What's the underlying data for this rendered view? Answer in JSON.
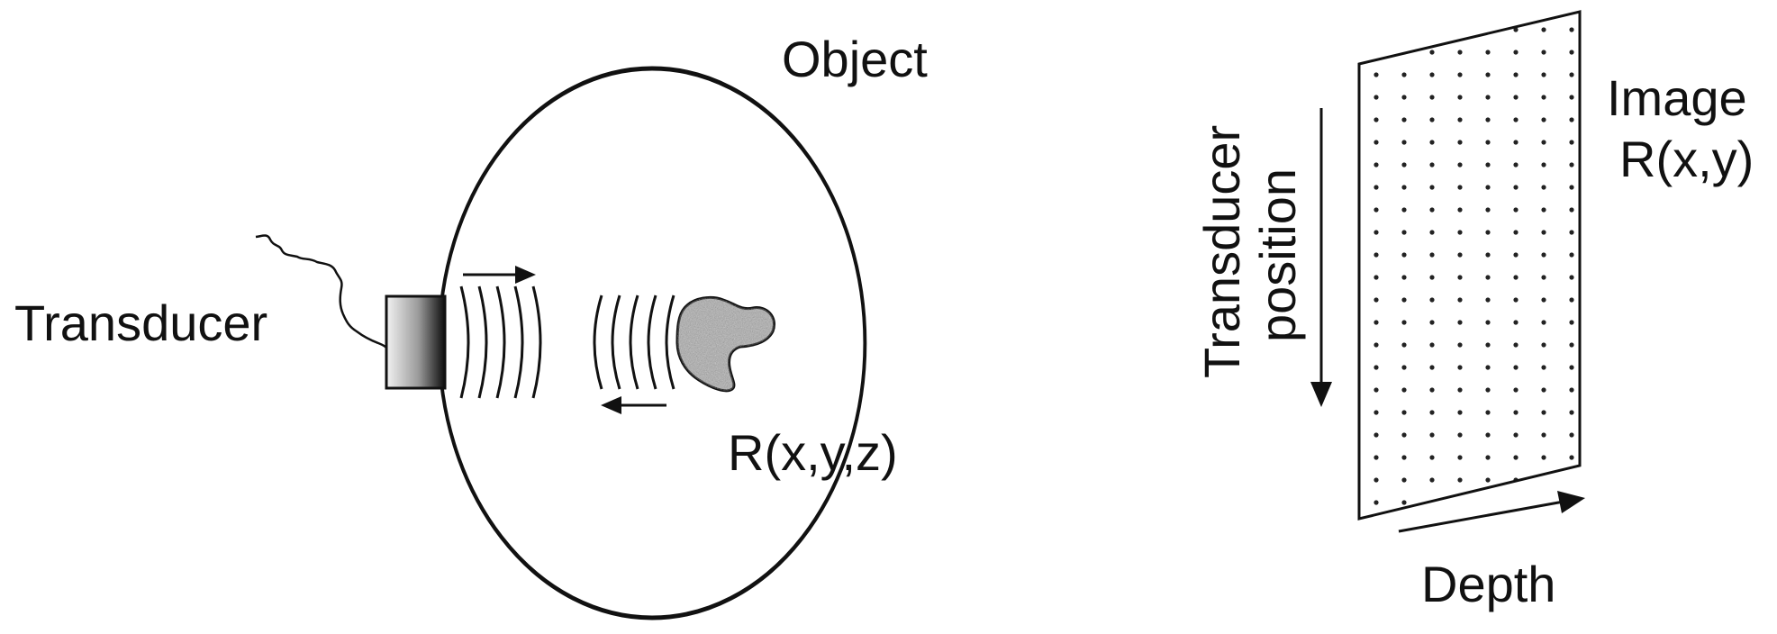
{
  "labels": {
    "object": "Object",
    "transducer": "Transducer",
    "reflectivity": "R(x,y,z)",
    "image_line1": "Image",
    "image_line2": "R(x,y)",
    "transducer_position_line1": "Transducer",
    "transducer_position_line2": "position",
    "depth": "Depth"
  },
  "colors": {
    "stroke": "#111111",
    "background": "#ffffff",
    "target_fill": "#a9a9a9",
    "dot": "#222222"
  },
  "icons": {
    "transducer": "transducer-probe-icon",
    "target": "reflector-blob-icon"
  }
}
